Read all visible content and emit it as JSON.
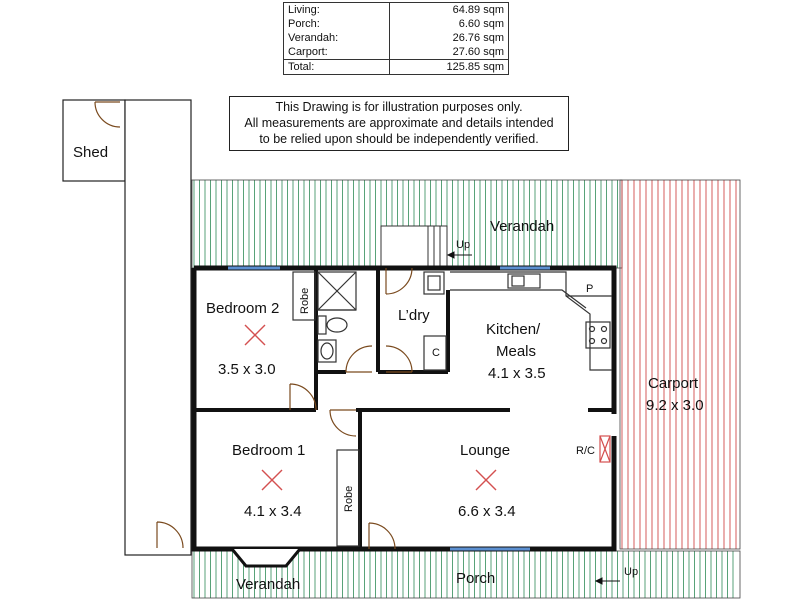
{
  "areas": {
    "rows": [
      {
        "label": "Living:",
        "value": "64.89 sqm"
      },
      {
        "label": "Porch:",
        "value": "6.60 sqm"
      },
      {
        "label": "Verandah:",
        "value": "26.76 sqm"
      },
      {
        "label": "Carport:",
        "value": "27.60 sqm"
      }
    ],
    "total": {
      "label": "Total:",
      "value": "125.85 sqm"
    }
  },
  "disclaimer": {
    "line1": "This Drawing is for illustration purposes only.",
    "line2": "All measurements are approximate and details intended",
    "line3": "to be relied upon should be independently verified."
  },
  "rooms": {
    "shed": "Shed",
    "verandah_top": "Verandah",
    "up_top": "Up",
    "bedroom2": {
      "name": "Bedroom 2",
      "size": "3.5 x 3.0"
    },
    "robe_b2": "Robe",
    "laundry": "L’dry",
    "laundry_c": "C",
    "kitchen": {
      "name_line1": "Kitchen/",
      "name_line2": "Meals",
      "size": "4.1 x 3.5"
    },
    "pantry": "P",
    "carport": {
      "name": "Carport",
      "size": "9.2 x 3.0"
    },
    "bedroom1": {
      "name": "Bedroom 1",
      "size": "4.1 x 3.4"
    },
    "robe_b1": "Robe",
    "lounge": {
      "name": "Lounge",
      "size": "6.6 x 3.4"
    },
    "rc": "R/C",
    "verandah_bottom": "Verandah",
    "porch": "Porch",
    "up_bottom": "Up"
  },
  "colors": {
    "wall": "#111111",
    "verandah_lines": "#2e8b57",
    "carport_lines": "#cc3333",
    "light_marker": "#d45050",
    "window": "#5b8fd0"
  }
}
